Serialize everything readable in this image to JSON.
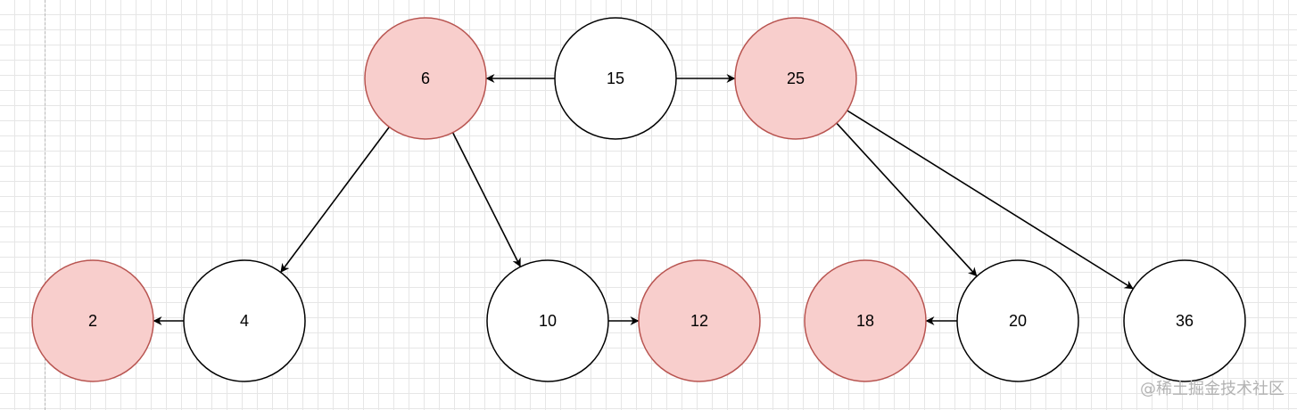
{
  "diagram": {
    "nodes": [
      {
        "id": "n6",
        "label": "6",
        "color": "red"
      },
      {
        "id": "n15",
        "label": "15",
        "color": "white"
      },
      {
        "id": "n25",
        "label": "25",
        "color": "red"
      },
      {
        "id": "n2",
        "label": "2",
        "color": "red"
      },
      {
        "id": "n4",
        "label": "4",
        "color": "white"
      },
      {
        "id": "n10",
        "label": "10",
        "color": "white"
      },
      {
        "id": "n12",
        "label": "12",
        "color": "red"
      },
      {
        "id": "n18",
        "label": "18",
        "color": "red"
      },
      {
        "id": "n20",
        "label": "20",
        "color": "white"
      },
      {
        "id": "n36",
        "label": "36",
        "color": "white"
      }
    ],
    "edges": [
      {
        "from": "n15",
        "to": "n6"
      },
      {
        "from": "n15",
        "to": "n25"
      },
      {
        "from": "n6",
        "to": "n4"
      },
      {
        "from": "n6",
        "to": "n10"
      },
      {
        "from": "n25",
        "to": "n20"
      },
      {
        "from": "n25",
        "to": "n36"
      },
      {
        "from": "n4",
        "to": "n2"
      },
      {
        "from": "n10",
        "to": "n12"
      },
      {
        "from": "n20",
        "to": "n18"
      }
    ],
    "colors": {
      "red_fill": "#f8cecc",
      "red_stroke": "#b85450",
      "white_fill": "#ffffff",
      "white_stroke": "#000000",
      "edge": "#000000"
    }
  },
  "watermark": "@稀土掘金技术社区"
}
